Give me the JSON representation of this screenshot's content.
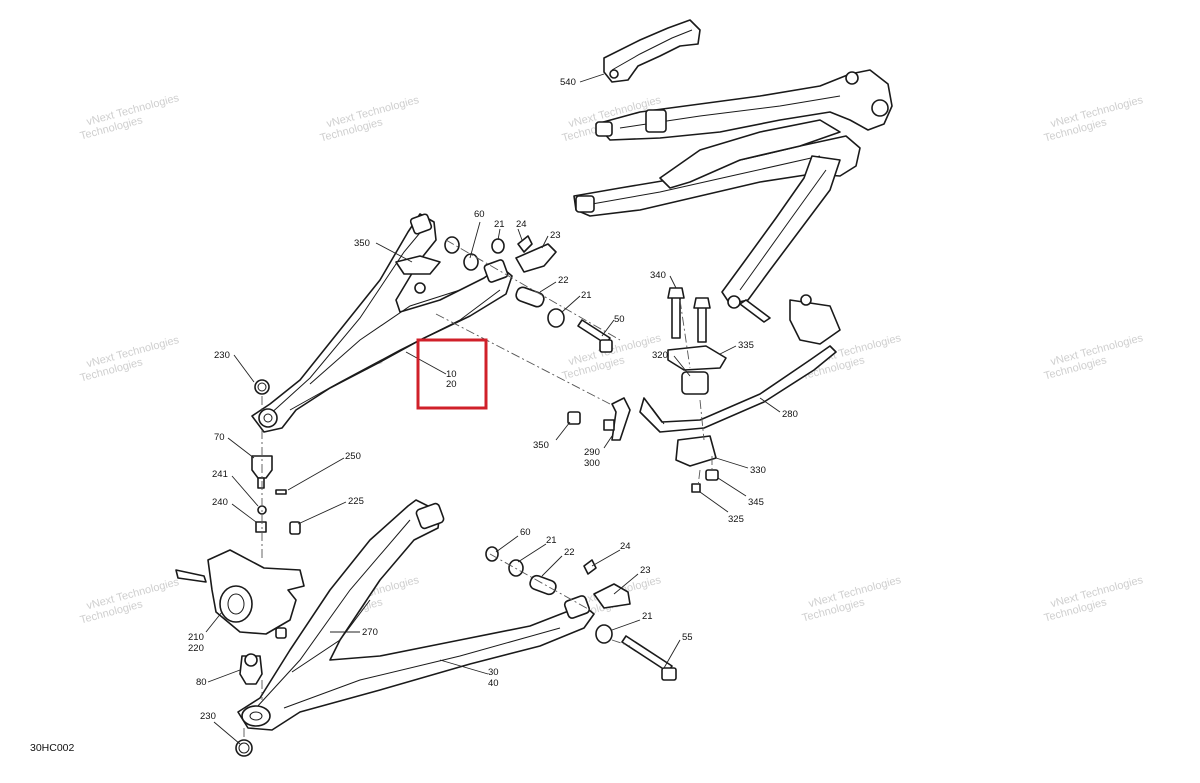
{
  "diagram_code": "30HC002",
  "watermark": {
    "line1": "vNext Technologies",
    "line2": "Technologies"
  },
  "highlight_color": "#d0202a",
  "callouts": {
    "c540": "540",
    "c60_top": "60",
    "c21_top": "21",
    "c24_top": "24",
    "c23_top": "23",
    "c350_top": "350",
    "c22_top": "22",
    "c21_mid": "21",
    "c340": "340",
    "c50": "50",
    "c230_top": "230",
    "c10": "10",
    "c20": "20",
    "c320": "320",
    "c335": "335",
    "c280": "280",
    "c350_mid": "350",
    "c290": "290",
    "c300": "300",
    "c70": "70",
    "c250": "250",
    "c330": "330",
    "c241": "241",
    "c345": "345",
    "c240": "240",
    "c225": "225",
    "c325": "325",
    "c60_low": "60",
    "c21_low": "21",
    "c22_low": "22",
    "c24_low": "24",
    "c23_low": "23",
    "c21_low2": "21",
    "c210": "210",
    "c220": "220",
    "c270": "270",
    "c55": "55",
    "c80": "80",
    "c30": "30",
    "c40": "40",
    "c230_low": "230"
  }
}
